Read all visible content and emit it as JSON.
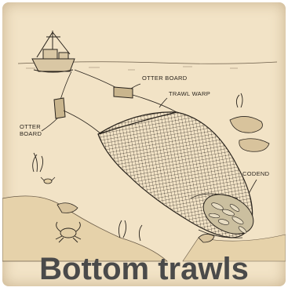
{
  "labels": {
    "otter_board_top": "OTTER BOARD",
    "trawl_warp": "TRAWL WARP",
    "otter_board_left_line1": "OTTER",
    "otter_board_left_line2": "BOARD",
    "codend": "CODEND"
  },
  "title": "Bottom trawls",
  "colors": {
    "parchment": "#f2e3c6",
    "ink": "#2a241d",
    "title": "#4a4a4a"
  },
  "icons": [
    "ship-icon",
    "crab-icon",
    "seaweed-icon",
    "fish-icon",
    "rock-icon"
  ]
}
